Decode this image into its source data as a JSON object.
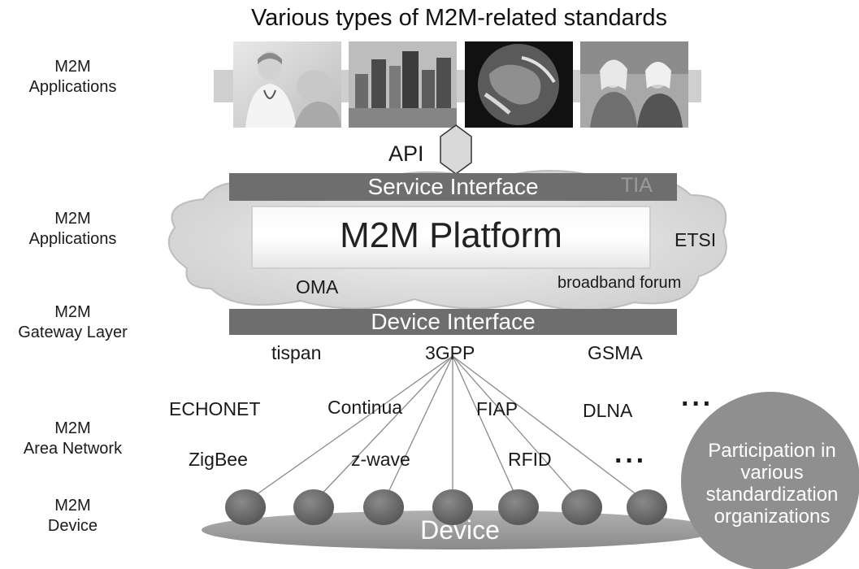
{
  "title": "Various types of M2M-related standards",
  "layers": {
    "applications_1": "M2M\nApplications",
    "applications_2": "M2M\nApplications",
    "gateway": "M2M\nGateway Layer",
    "area_network": "M2M\nArea Network",
    "device": "M2M\nDevice"
  },
  "photos": [
    "nurse-and-patient-photo",
    "city-skyline-photo",
    "earth-globe-photo",
    "two-women-cafe-photo"
  ],
  "api_label": "API",
  "service_interface": "Service Interface",
  "tia": "TIA",
  "platform": "M2M Platform",
  "etsi": "ETSI",
  "oma": "OMA",
  "broadband_forum": "broadband forum",
  "device_interface": "Device Interface",
  "gateway_orgs": {
    "tispan": "tispan",
    "threegpp": "3GPP",
    "gsma": "GSMA"
  },
  "area_orgs": {
    "echonet": "ECHONET",
    "continua": "Continua",
    "fiap": "FIAP",
    "dlna": "DLNA",
    "zigbee": "ZigBee",
    "zwave": "z-wave",
    "rfid": "RFID"
  },
  "ellipsis": "···",
  "device_label": "Device",
  "participation": "Participation in\nvarious\nstandardization\norganizations",
  "colors": {
    "bar": "#6e6e6e",
    "cloud": "#d9d9d9",
    "node": "#6b6b6b",
    "participation": "#8f8f8f"
  }
}
